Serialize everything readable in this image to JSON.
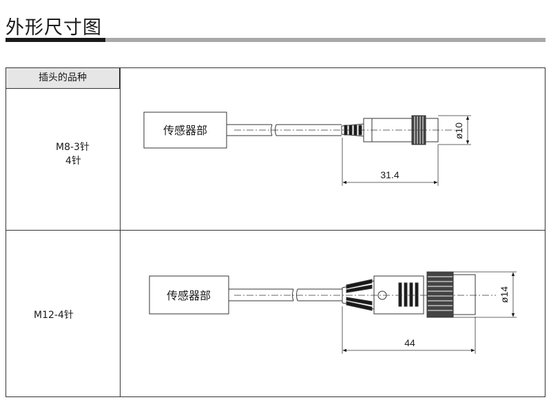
{
  "page": {
    "title": "外形尺寸图"
  },
  "table": {
    "header": "插头的品种",
    "rows": [
      {
        "type_line1": "M8-3针",
        "type_line2": "4针",
        "sensor_label": "传感器部",
        "length_dim": "31.4",
        "diameter_dim": "ø10"
      },
      {
        "type_line1": "M12-4针",
        "sensor_label": "传感器部",
        "length_dim": "44",
        "diameter_dim": "ø14"
      }
    ]
  }
}
